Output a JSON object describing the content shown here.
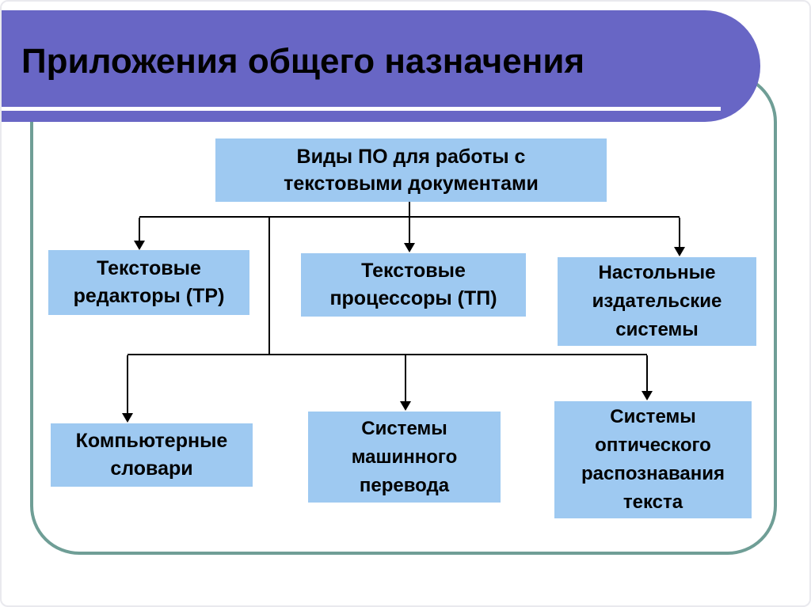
{
  "slide": {
    "title": "Приложения общего назначения"
  },
  "colors": {
    "banner_purple": "#6866c5",
    "node_blue": "#9ec9f1",
    "frame_teal": "#6f9e96",
    "connector": "#000000",
    "banner_underline": "#ffffff"
  },
  "diagram": {
    "root": {
      "text": "Виды ПО для работы с\nтекстовыми документами"
    },
    "level1": [
      {
        "text": "Текстовые\nредакторы (ТР)"
      },
      {
        "text": "Текстовые\nпроцессоры (ТП)"
      },
      {
        "text": "Настольные\nиздательские\nсистемы"
      }
    ],
    "level2": [
      {
        "text": "Компьютерные\nсловари"
      },
      {
        "text": "Системы\nмашинного\nперевода"
      },
      {
        "text": "Системы\nоптического\nраспознавания\nтекста"
      }
    ]
  }
}
